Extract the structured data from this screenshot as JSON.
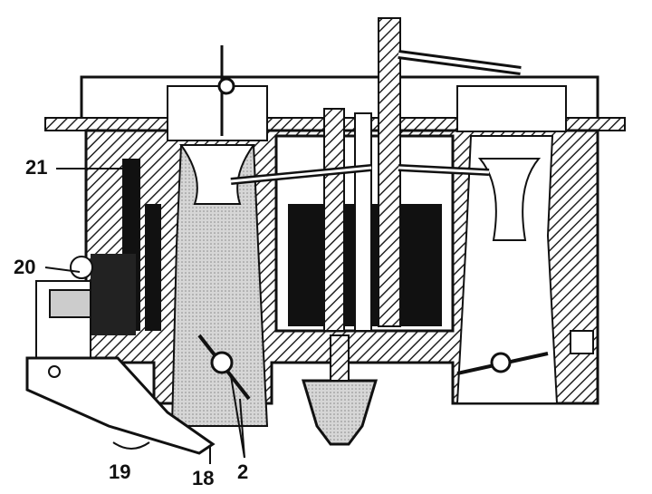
{
  "diagram": {
    "type": "technical-cutaway",
    "colors": {
      "ink": "#111111",
      "paper": "#ffffff",
      "shade": "#c8c8c8",
      "hatch": "#222222"
    },
    "callouts": [
      {
        "id": "c21",
        "label": "21"
      },
      {
        "id": "c20",
        "label": "20"
      },
      {
        "id": "c19",
        "label": "19"
      },
      {
        "id": "c18",
        "label": "18"
      },
      {
        "id": "c2",
        "label": "2"
      }
    ]
  }
}
